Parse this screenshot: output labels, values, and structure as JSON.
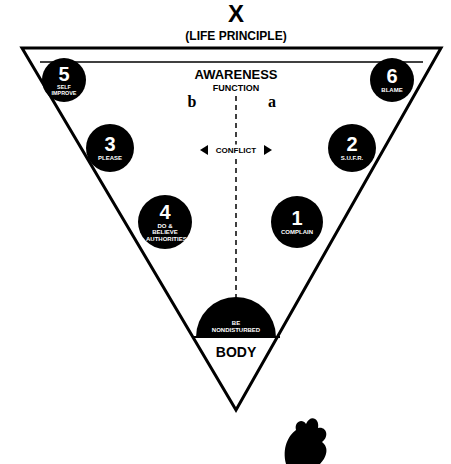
{
  "diagram": {
    "nodes": [
      {
        "text": [
          "5",
          "SELF IMPROVE"
        ]
      },
      {
        "text": [
          "6",
          "BLAME"
        ]
      },
      {
        "text": [
          "3",
          "PLEASE"
        ]
      },
      {
        "text": [
          "2",
          "S.U.F.R."
        ]
      },
      {
        "text": [
          "4",
          "DO & BELIEVE AUTHORITIES"
        ]
      },
      {
        "text": [
          "1",
          "COMPLAIN"
        ]
      },
      {
        "text": [
          "BE NONDISTURBED"
        ]
      }
    ],
    "labels": [
      "X",
      "(LIFE PRINCIPLE)",
      "AWARENESS",
      "FUNCTION",
      "b",
      "a",
      "CONFLICT",
      "BODY"
    ]
  }
}
